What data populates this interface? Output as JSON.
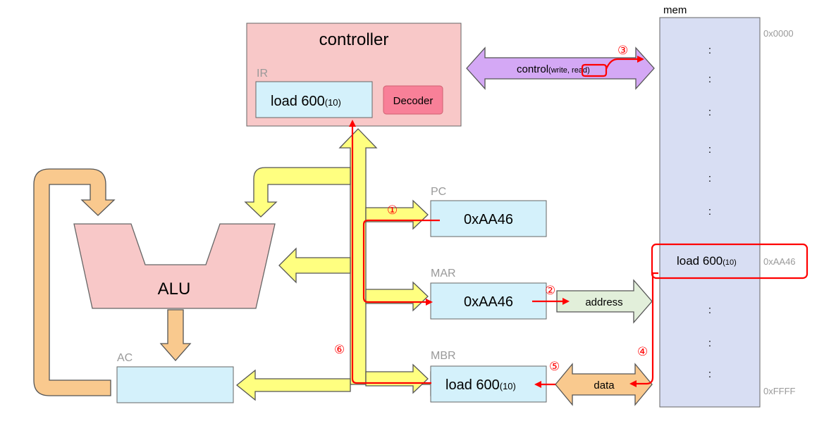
{
  "controller": {
    "title": "controller",
    "ir_label": "IR",
    "ir_value": "load 600",
    "ir_sub": "(10)",
    "decoder": "Decoder"
  },
  "control_bus": {
    "label": "control",
    "detail_prefix": "(write, ",
    "detail_read": "read",
    "detail_suffix": ")"
  },
  "registers": {
    "pc": {
      "label": "PC",
      "value": "0xAA46"
    },
    "mar": {
      "label": "MAR",
      "value": "0xAA46"
    },
    "mbr": {
      "label": "MBR",
      "value": "load 600",
      "sub": "(10)"
    },
    "ac": {
      "label": "AC",
      "value": ""
    }
  },
  "alu": {
    "label": "ALU"
  },
  "buses": {
    "address": "address",
    "data": "data"
  },
  "memory": {
    "title": "mem",
    "addr_start": "0x0000",
    "addr_highlight": "0xAA46",
    "addr_end": "0xFFFF",
    "highlight_value": "load 600",
    "highlight_sub": "(10)",
    "dots": [
      ":",
      ":",
      ":",
      ":",
      ":",
      ":",
      ":",
      ":",
      ":"
    ]
  },
  "steps": [
    "①",
    "②",
    "③",
    "④",
    "⑤",
    "⑥"
  ],
  "colors": {
    "controller_fill": "#f8c8c8",
    "register_fill": "#d4f1fb",
    "decoder_fill": "#f88098",
    "bus_yellow": "#ffff80",
    "orange": "#f9c98e",
    "purple": "#d4a8f5",
    "green": "#e2efda",
    "mem_fill": "#d8def3",
    "trace_red": "#ff0000"
  }
}
